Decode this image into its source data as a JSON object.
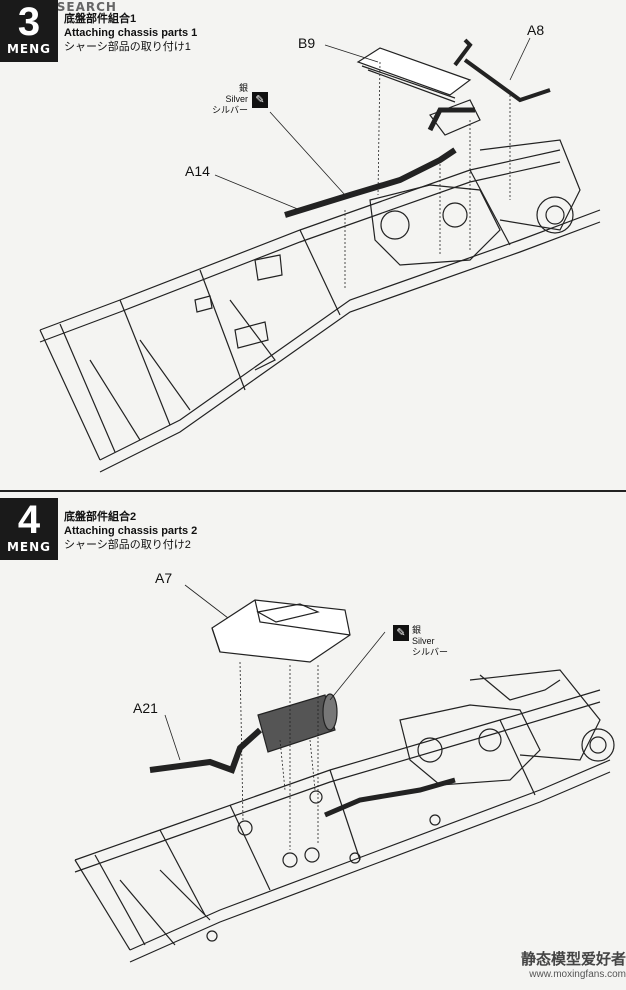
{
  "watermark": {
    "top": "HOBBY SEARCH",
    "bottom_cn": "静态模型爱好者",
    "bottom_url": "www.moxingfans.com"
  },
  "steps": [
    {
      "number": "3",
      "logo": "MENG",
      "title_cn": "底盤部件組合1",
      "title_en": "Attaching chassis parts 1",
      "title_jp": "シャーシ部品の取り付け1",
      "parts": [
        "B9",
        "A8",
        "A14"
      ],
      "paint": {
        "cn": "銀",
        "en": "Silver",
        "jp": "シルバー",
        "icon": "paintbrush-icon"
      }
    },
    {
      "number": "4",
      "logo": "MENG",
      "title_cn": "底盤部件組合2",
      "title_en": "Attaching chassis parts 2",
      "title_jp": "シャーシ部品の取り付け2",
      "parts": [
        "A7",
        "A21"
      ],
      "paint": {
        "cn": "銀",
        "en": "Silver",
        "jp": "シルバー",
        "icon": "paintbrush-icon"
      }
    }
  ]
}
